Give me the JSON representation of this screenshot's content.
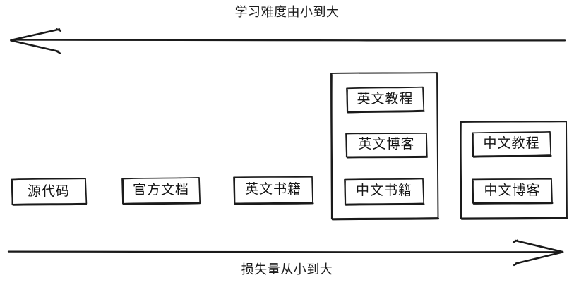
{
  "diagram": {
    "type": "hand-drawn-spectrum",
    "top_axis": {
      "caption": "学习难度由小到大",
      "direction": "left",
      "arrow_icon": "arrow-left-icon"
    },
    "bottom_axis": {
      "caption": "损失量从小到大",
      "direction": "right",
      "arrow_icon": "arrow-right-icon"
    },
    "items": [
      {
        "id": "source-code",
        "label": "源代码",
        "grouped": false
      },
      {
        "id": "official-docs",
        "label": "官方文档",
        "grouped": false
      },
      {
        "id": "english-books",
        "label": "英文书籍",
        "grouped": false
      }
    ],
    "groups": [
      {
        "id": "group-english-media",
        "items": [
          {
            "id": "english-tutorial",
            "label": "英文教程"
          },
          {
            "id": "english-blog",
            "label": "英文博客"
          },
          {
            "id": "chinese-books",
            "label": "中文书籍"
          }
        ]
      },
      {
        "id": "group-chinese-media",
        "items": [
          {
            "id": "chinese-tutorial",
            "label": "中文教程"
          },
          {
            "id": "chinese-blog",
            "label": "中文博客"
          }
        ]
      }
    ],
    "colors": {
      "stroke": "#1a1a1a",
      "background": "#ffffff",
      "text": "#141414"
    }
  }
}
